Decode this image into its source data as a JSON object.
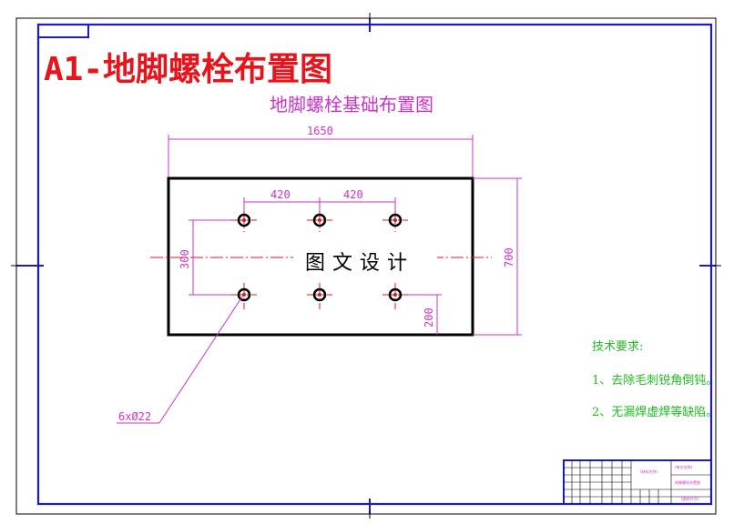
{
  "drawing": {
    "sheet_title": "A1-地脚螺栓布置图",
    "subtitle": "地脚螺栓基础布置图",
    "watermark": "图文设计"
  },
  "dimensions": {
    "overall_width": "1650",
    "overall_height": "700",
    "bolt_spacing_left": "420",
    "bolt_spacing_right": "420",
    "bolt_row_spacing": "300",
    "edge_offset": "200",
    "hole_callout": "6xØ22"
  },
  "notes": {
    "heading": "技术要求:",
    "items": [
      "1、去除毛刺锐角倒钝。",
      "2、无漏焊虚焊等缺陷。"
    ]
  },
  "title_block": {
    "cell_1": "(材料名称)",
    "cell_2": "(单位名称)",
    "cell_3": "地脚螺栓布置图",
    "cell_4": "(图样代号)"
  },
  "colors": {
    "frame": "#1a1acc",
    "title": "#e8141c",
    "annotation": "#cc33cc",
    "notes": "#22bb22",
    "centerline": "#e8141c",
    "outline": "#000000"
  }
}
